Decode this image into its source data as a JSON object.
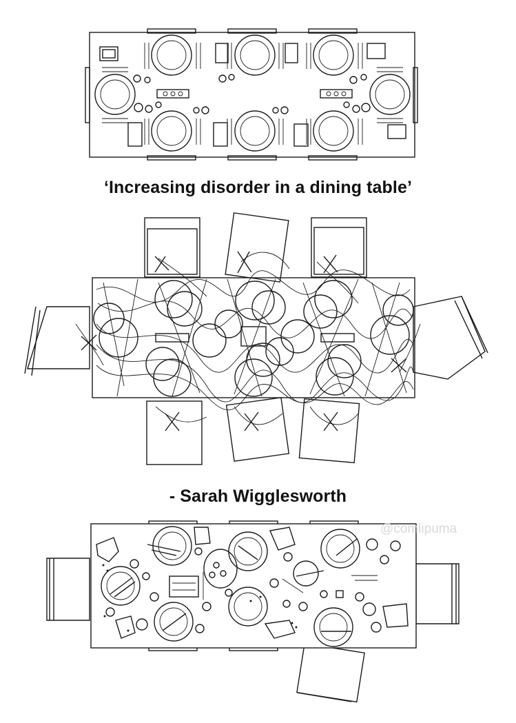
{
  "title": "‘Increasing disorder in a dining table’",
  "author": "- Sarah Wigglesworth",
  "watermark": "@comlipuma",
  "colors": {
    "ink": "#1a1a1a",
    "background": "#ffffff",
    "watermark": "#d9d9d9"
  },
  "drawings": [
    {
      "state": "ordered table setting",
      "place_settings": 8
    },
    {
      "state": "overlaid traces of the meal",
      "place_settings": 8
    },
    {
      "state": "table after the meal",
      "place_settings": 8
    }
  ]
}
